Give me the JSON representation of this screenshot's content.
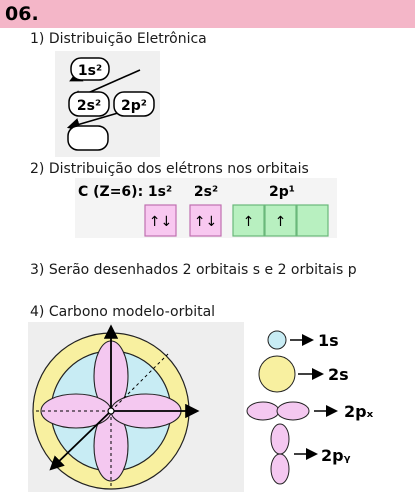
{
  "header": {
    "number": "06."
  },
  "sections": {
    "s1": "1)  Distribuição Eletrônica",
    "s2": "2) Distribuição dos elétrons nos orbitais",
    "s3": "3) Serão desenhados 2 orbitais s e 2 orbitais p",
    "s4": "4) Carbono modelo-orbital"
  },
  "diagram1": {
    "boxes": [
      "1s²",
      "2s²",
      "2p²"
    ]
  },
  "distribution": {
    "element": "C (Z=6):",
    "labels": [
      "1s²",
      "2s²",
      "2p¹"
    ],
    "arrows": {
      "paired": "↑↓",
      "single": "↑"
    },
    "colors": {
      "s_box": "#f8c8f0",
      "p_box": "#b8f0c0",
      "p_border": "#6ab87a",
      "s_border": "#c070b0"
    }
  },
  "legend": {
    "items": [
      "1s",
      "2s",
      "2pₓ",
      "2pᵧ"
    ],
    "colors": {
      "s1": "#c8ecf4",
      "s2": "#f8f0a0",
      "p": "#f4c8f0"
    }
  }
}
